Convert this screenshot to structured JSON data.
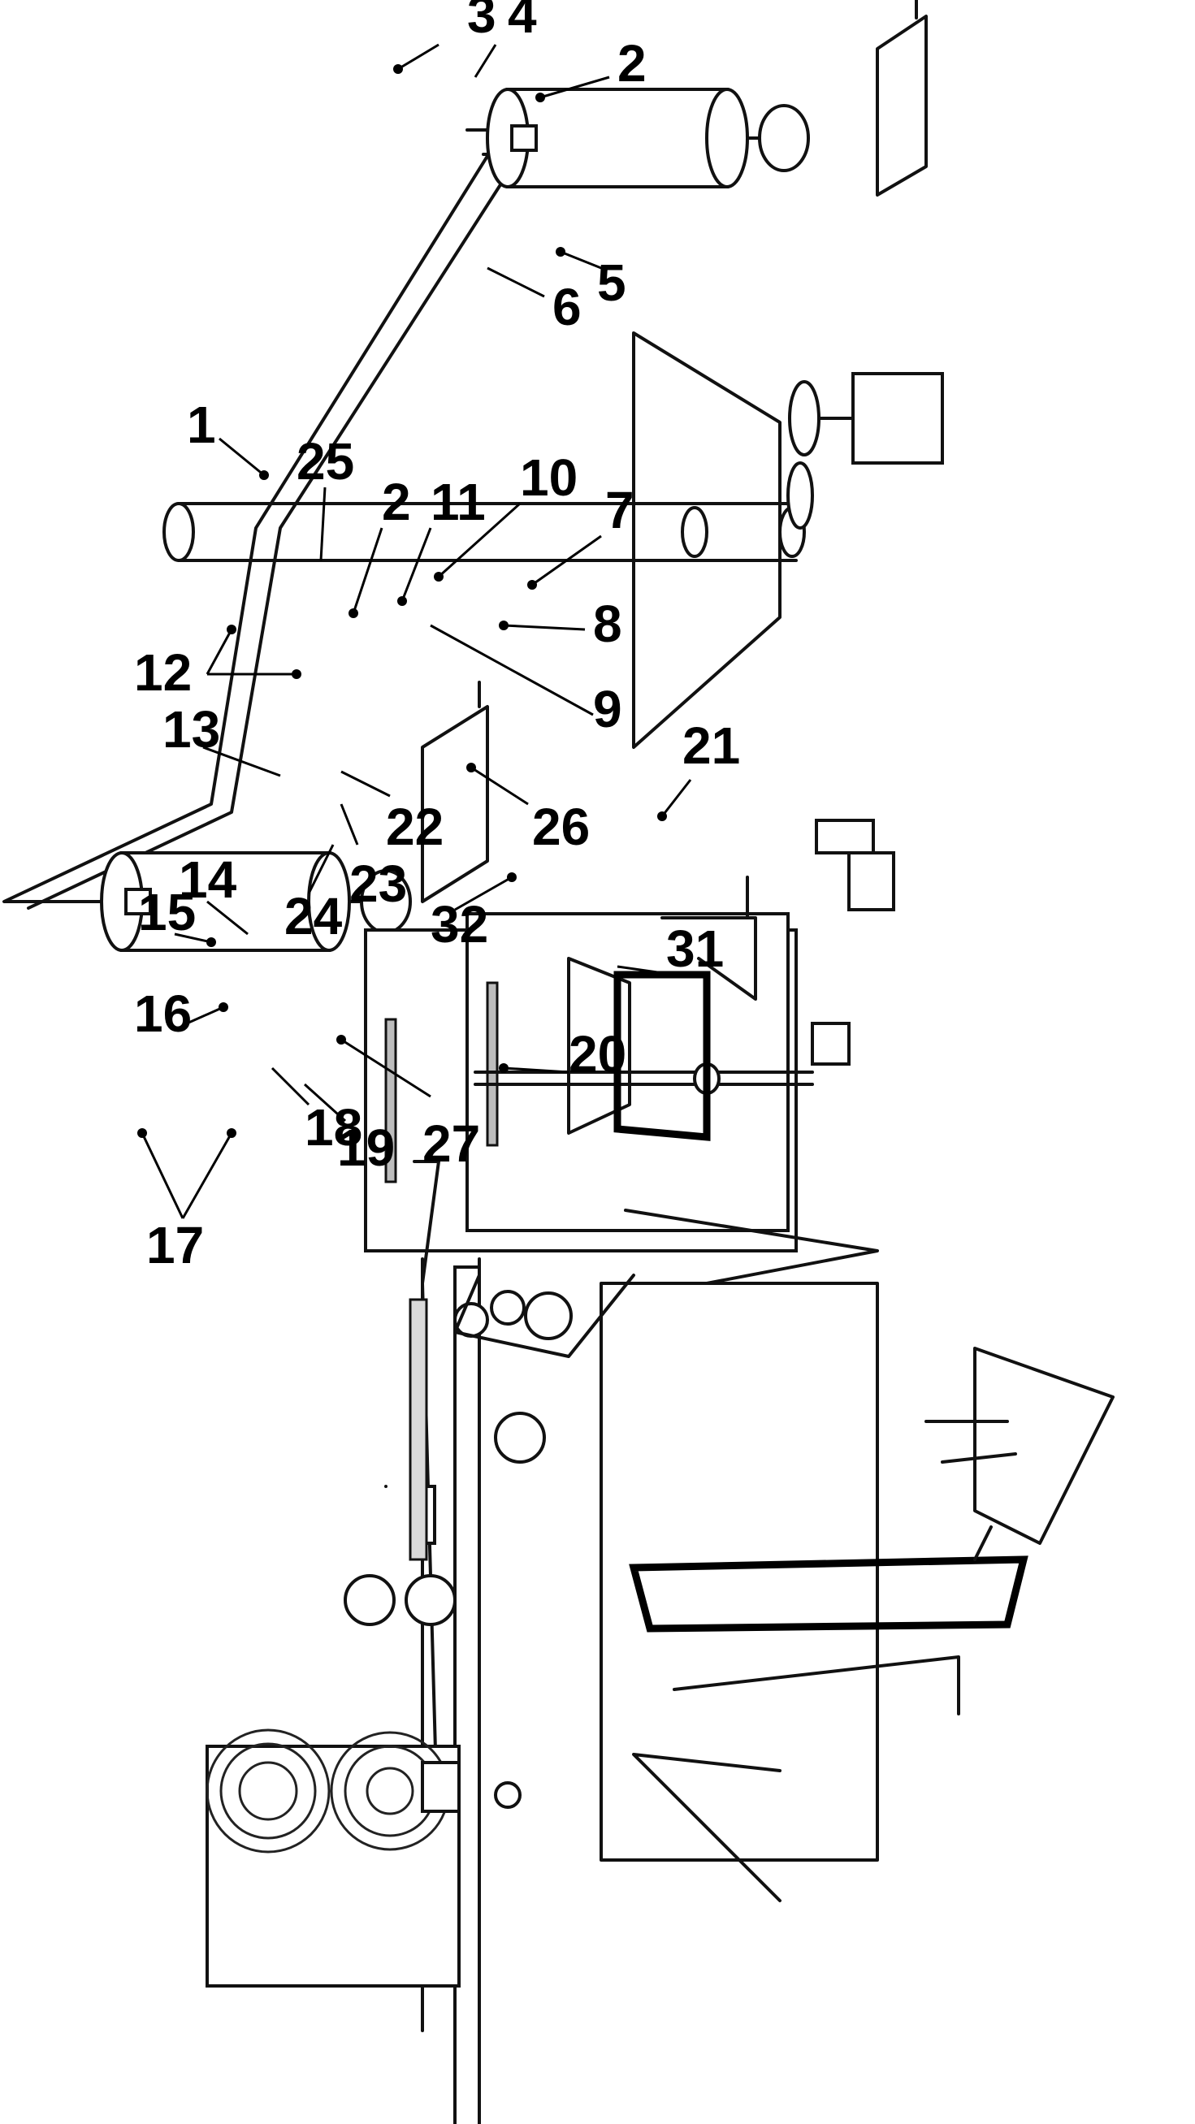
{
  "figure": {
    "callouts": [
      {
        "id": "c1",
        "label": "1"
      },
      {
        "id": "c2a",
        "label": "2"
      },
      {
        "id": "c2b",
        "label": "2"
      },
      {
        "id": "c3",
        "label": "3"
      },
      {
        "id": "c4",
        "label": "4"
      },
      {
        "id": "c5",
        "label": "5"
      },
      {
        "id": "c6",
        "label": "6"
      },
      {
        "id": "c7",
        "label": "7"
      },
      {
        "id": "c8",
        "label": "8"
      },
      {
        "id": "c9",
        "label": "9"
      },
      {
        "id": "c10",
        "label": "10"
      },
      {
        "id": "c11",
        "label": "11"
      },
      {
        "id": "c12",
        "label": "12"
      },
      {
        "id": "c13",
        "label": "13"
      },
      {
        "id": "c14",
        "label": "14"
      },
      {
        "id": "c15",
        "label": "15"
      },
      {
        "id": "c16",
        "label": "16"
      },
      {
        "id": "c17",
        "label": "17"
      },
      {
        "id": "c18",
        "label": "18"
      },
      {
        "id": "c19",
        "label": "19"
      },
      {
        "id": "c20",
        "label": "20"
      },
      {
        "id": "c21",
        "label": "21"
      },
      {
        "id": "c22",
        "label": "22"
      },
      {
        "id": "c23",
        "label": "23"
      },
      {
        "id": "c24",
        "label": "24"
      },
      {
        "id": "c25",
        "label": "25"
      },
      {
        "id": "c26",
        "label": "26"
      },
      {
        "id": "c27",
        "label": "27"
      },
      {
        "id": "c31",
        "label": "31"
      },
      {
        "id": "c32",
        "label": "32"
      }
    ]
  }
}
